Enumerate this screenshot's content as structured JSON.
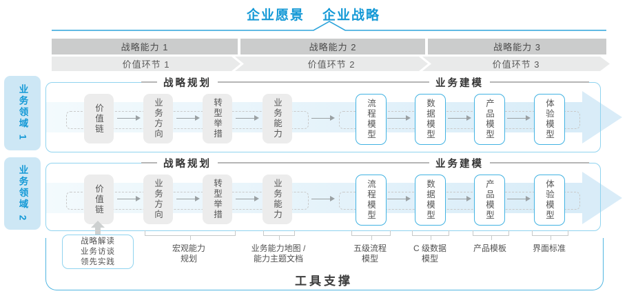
{
  "title": {
    "vision": "企业愿景",
    "strategy": "企业战略"
  },
  "capability_bars": [
    "战略能力 1",
    "战略能力 2",
    "战略能力 3"
  ],
  "value_chevrons": [
    "价值环节 1",
    "价值环节 2",
    "价值环节 3"
  ],
  "sidebar": {
    "domains": [
      "业务领域 1",
      "业务领域 2"
    ]
  },
  "rows": [
    {
      "sections": {
        "planning": "战略规划",
        "modeling": "业务建模"
      },
      "boxes": [
        "价值链",
        "业务方向",
        "转型举措",
        "业务能力",
        "流程模型",
        "数据模型",
        "产品模型",
        "体验模型"
      ]
    },
    {
      "sections": {
        "planning": "战略规划",
        "modeling": "业务建模"
      },
      "boxes": [
        "价值链",
        "业务方向",
        "转型举措",
        "业务能力",
        "流程模型",
        "数据模型",
        "产品模型",
        "体验模型"
      ]
    }
  ],
  "bottom": {
    "practice_box": [
      "战略解读",
      "业务访谈",
      "领先实践"
    ],
    "labels": [
      {
        "line1": "宏观能力",
        "line2": "规划"
      },
      {
        "line1": "业务能力地图 /",
        "line2": "能力主题文档"
      },
      {
        "line1": "五级流程",
        "line2": "模型"
      },
      {
        "line1": "C 级数据",
        "line2": "模型"
      },
      {
        "line1": "产品模板",
        "line2": ""
      },
      {
        "line1": "界面标准",
        "line2": ""
      }
    ],
    "tool_support": "工具支撑"
  },
  "colors": {
    "accent_blue": "#1499d6",
    "line_blue": "#2ba3db",
    "frame_blue": "#8fd3ef",
    "box_border_blue": "#41b2e2",
    "band_blue": "#d8ecf8",
    "sidebar_blue": "#cde7f5",
    "bar_gray": "#cbcccc",
    "chevron_gray": "#e9eaea",
    "box_gray": "#ececec"
  }
}
